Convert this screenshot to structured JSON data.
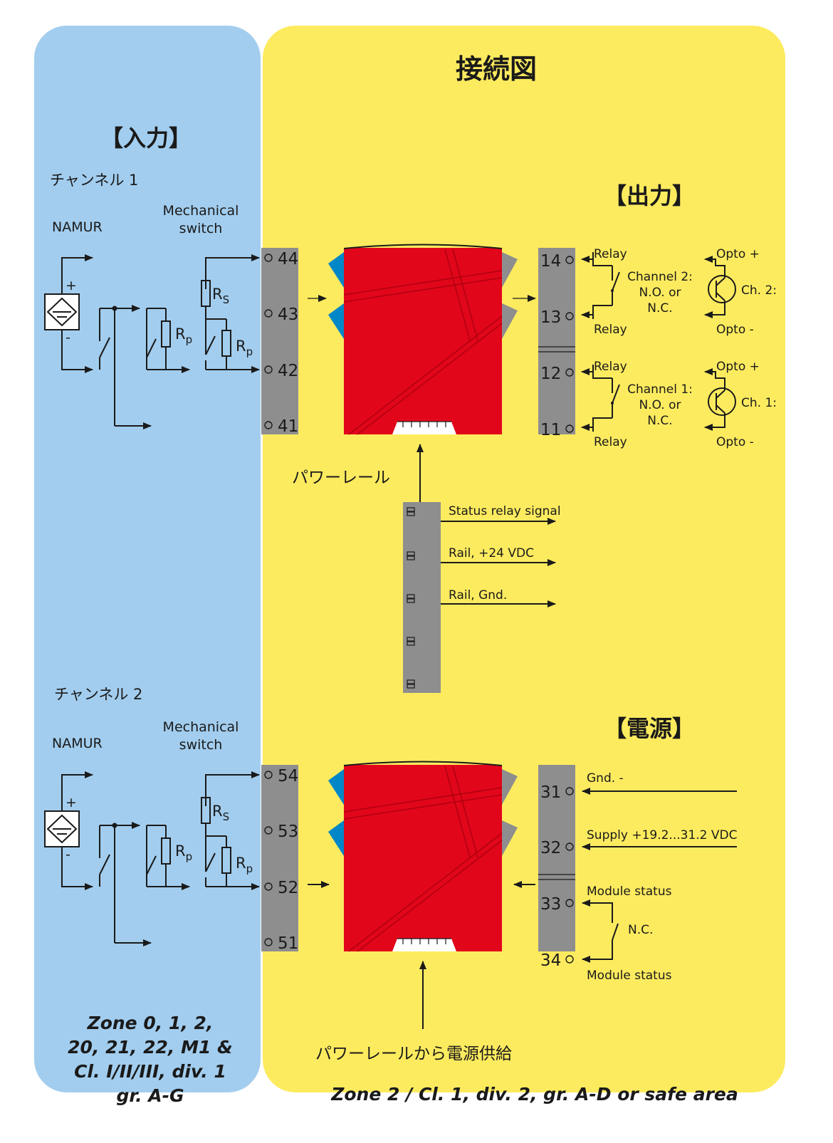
{
  "title": "接続図",
  "input_header": "【入力】",
  "output_header": "【出力】",
  "power_header": "【電源】",
  "channel1_label": "チャンネル 1",
  "channel2_label": "チャンネル 2",
  "namur_label": "NAMUR",
  "mechanical_label": [
    "Mechanical",
    "switch"
  ],
  "symbols": {
    "plus": "+",
    "minus": "-",
    "rs": "R",
    "rs_sub": "S",
    "rp": "R",
    "rp_sub": "p"
  },
  "terminals": {
    "input_ch1": [
      "44",
      "43",
      "42",
      "41"
    ],
    "input_ch2": [
      "54",
      "53",
      "52",
      "51"
    ],
    "output": [
      "14",
      "13",
      "12",
      "11"
    ],
    "supply": [
      "31",
      "32",
      "33",
      "34"
    ]
  },
  "outputs": {
    "relay": "Relay",
    "opto_plus": "Opto +",
    "opto_minus": "Opto -",
    "channel2_desc": [
      "Channel 2:",
      "N.O. or",
      "N.C."
    ],
    "channel1_desc": [
      "Channel 1:",
      "N.O. or",
      "N.C."
    ],
    "ch2": "Ch. 2:",
    "ch1": "Ch. 1:"
  },
  "power_rail_label": "パワーレール",
  "rail_signals": [
    "Status relay signal",
    "Rail, +24 VDC",
    "Rail, Gnd."
  ],
  "supply": {
    "gnd": "Gnd. -",
    "supply_v": "Supply +19.2...31.2 VDC",
    "module_status": "Module status",
    "nc": "N.C."
  },
  "rail_supply_label": "パワーレールから電源供給",
  "hazard_zone": [
    "Zone 0, 1, 2,",
    "20, 21, 22, M1 &",
    "Cl. I/II/III, div. 1",
    "gr. A-G"
  ],
  "safe_zone": "Zone 2 / Cl. 1, div. 2, gr. A-D or safe area",
  "colors": {
    "hazard_bg": "#a2cdee",
    "safe_bg": "#fdeb5f",
    "module_red": "#e2061b",
    "module_blue": "#0087c8",
    "terminal_gray": "#8e8e8e"
  }
}
